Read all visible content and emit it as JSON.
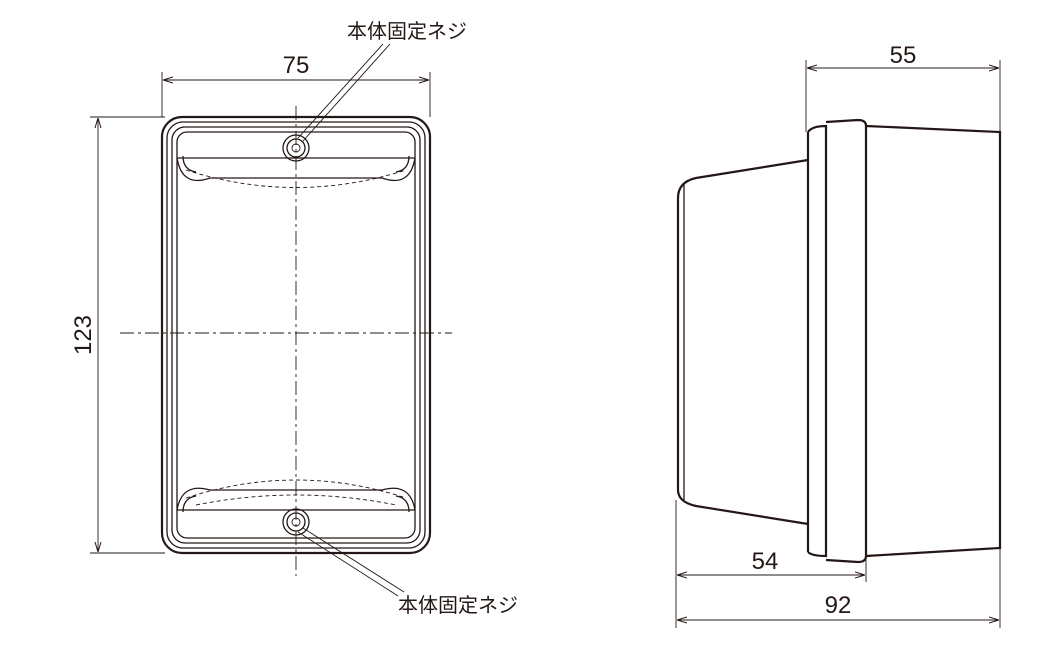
{
  "front_view": {
    "width_dim": "75",
    "height_dim": "123",
    "label_top": "本体固定ネジ",
    "label_bottom": "本体固定ネジ"
  },
  "side_view": {
    "depth_top_dim": "55",
    "depth_mid_dim": "54",
    "depth_total_dim": "92"
  },
  "colors": {
    "line": "#231815",
    "background": "#ffffff"
  }
}
